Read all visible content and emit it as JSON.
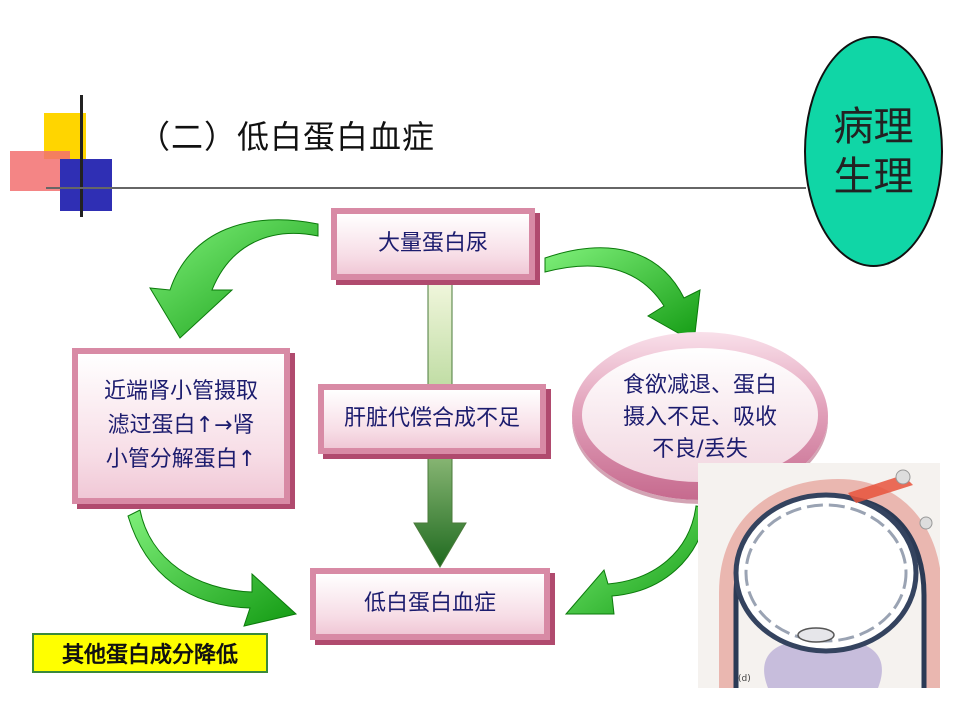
{
  "slide": {
    "title": "（二）低白蛋白血症",
    "side_label": {
      "line1": "病理",
      "line2": "生理"
    }
  },
  "diagram": {
    "top": "大量蛋白尿",
    "middle": "肝脏代偿合成不足",
    "bottom": "低白蛋白血症",
    "left": {
      "line1": "近端肾小管摄取",
      "line2": "滤过蛋白↑→肾",
      "line3": "小管分解蛋白↑"
    },
    "right": {
      "line1": "食欲减退、蛋白",
      "line2": "摄入不足、吸收",
      "line3": "不良/丢失"
    }
  },
  "note": "其他蛋白成分降低",
  "figure": {
    "label": "(d)"
  },
  "colors": {
    "accent_green": "#10d6a6",
    "box_border": "#d88aa5",
    "note_bg": "#ffff00"
  }
}
